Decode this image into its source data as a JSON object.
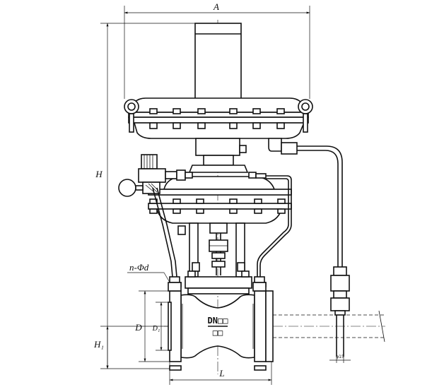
{
  "labels": {
    "width": "A",
    "height": "H",
    "hole_spec": "n-Φd",
    "outer_dia": "D",
    "bore_dia": "D₁",
    "center_height": "H₁",
    "length": "L",
    "pipe_dia": "φ15",
    "nameplate_top": "DN□□",
    "nameplate_bottom": "□□"
  },
  "icons": [
    "gauge-icon",
    "bolt-icon",
    "filter-regulator-icon"
  ]
}
